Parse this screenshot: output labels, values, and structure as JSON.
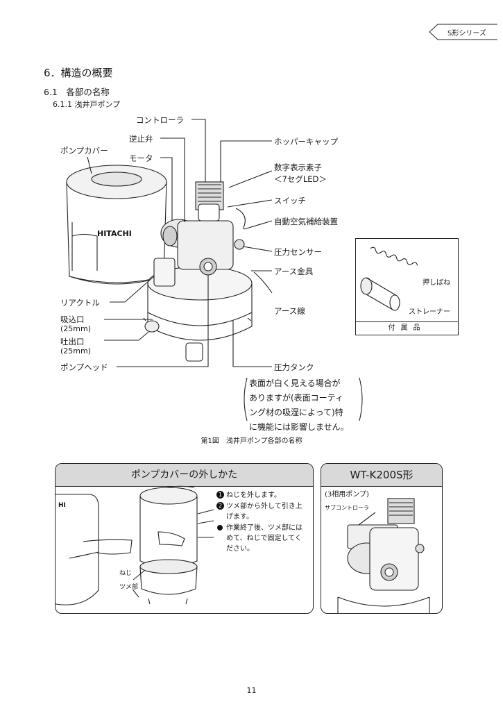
{
  "header": {
    "series_tag": "S形シリーズ"
  },
  "section": {
    "title": "6．構造の概要",
    "subtitle": "6.1　各部の名称",
    "subsubtitle": "6.1.1 浅井戸ポンプ"
  },
  "figure": {
    "brand": "HITACHI",
    "labels": {
      "controller": "コントローラ",
      "check_valve": "逆止弁",
      "motor": "モータ",
      "pump_cover": "ポンプカバー",
      "hopper_cap": "ホッパーキャップ",
      "display_line1": "数字表示素子",
      "display_line2": "＜7セグLED＞",
      "switch": "スイッチ",
      "auto_air": "自動空気補給装置",
      "pressure_sensor": "圧力センサー",
      "earth_fitting": "アース金具",
      "earth_wire": "アース線",
      "reactor": "リアクトル",
      "suction_line1": "吸込口",
      "suction_line2": "(25mm)",
      "discharge_line1": "吐出口",
      "discharge_line2": "(25mm)",
      "pump_head": "ポンプヘッド",
      "pressure_tank": "圧力タンク"
    },
    "note_lines": [
      "表面が白く見える場合が",
      "ありますが(表面コーティ",
      "ング材の吸湿によって)特",
      "に機能には影響しません。"
    ],
    "accessories": {
      "spring": "押しばね",
      "strainer": "ストレーナー",
      "footer": "付属品"
    },
    "caption": "第1図　浅井戸ポンプ各部の名称"
  },
  "cover_panel": {
    "title": "ポンプカバーの外しかた",
    "brand_partial": "HI",
    "screw_label": "ねじ",
    "claw_label": "ツメ部",
    "steps": [
      {
        "marker": "1",
        "text": "ねじを外します。"
      },
      {
        "marker": "2",
        "text": "ツメ部から外して引き上げます。"
      },
      {
        "marker": "●",
        "text": "作業終了後、ツメ部にはめて、ねじで固定してください。"
      }
    ]
  },
  "wt_panel": {
    "title": "WT-K200S形",
    "subtitle": "(3相用ポンプ)",
    "sub_controller": "サブコントローラ"
  },
  "page": {
    "number": "11"
  }
}
